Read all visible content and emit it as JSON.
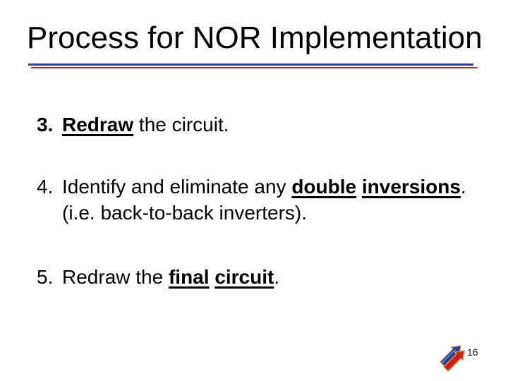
{
  "slide": {
    "title": "Process for NOR Implementation",
    "page_number": "16",
    "colors": {
      "separator_blue": "#2e3e9c",
      "separator_red": "#a23b44",
      "text": "#000000",
      "logo_blue": "#1e3a94",
      "logo_red": "#dd2018",
      "logo_outline": "#c79b5f"
    },
    "icons": {
      "footer_logo": "double-arrow-icon"
    },
    "items": [
      {
        "number": "3.",
        "lines": [
          {
            "segments": [
              {
                "text": "Redraw",
                "emphasis": "bold-underline"
              },
              {
                "text": " the circuit.",
                "emphasis": "none"
              }
            ]
          }
        ]
      },
      {
        "number": "4.",
        "lines": [
          {
            "segments": [
              {
                "text": "Identify and eliminate any ",
                "emphasis": "none"
              },
              {
                "text": "double",
                "emphasis": "bold-underline"
              },
              {
                "text": " ",
                "emphasis": "bold"
              },
              {
                "text": "inversions",
                "emphasis": "bold-underline"
              },
              {
                "text": ".",
                "emphasis": "none"
              }
            ]
          },
          {
            "segments": [
              {
                "text": "(i.e. back-to-back inverters).",
                "emphasis": "none"
              }
            ]
          }
        ]
      },
      {
        "number": "5.",
        "lines": [
          {
            "segments": [
              {
                "text": "Redraw the ",
                "emphasis": "none"
              },
              {
                "text": "final",
                "emphasis": "bold-underline"
              },
              {
                "text": " ",
                "emphasis": "bold"
              },
              {
                "text": "circuit",
                "emphasis": "bold-underline"
              },
              {
                "text": ".",
                "emphasis": "none"
              }
            ]
          }
        ]
      }
    ]
  }
}
